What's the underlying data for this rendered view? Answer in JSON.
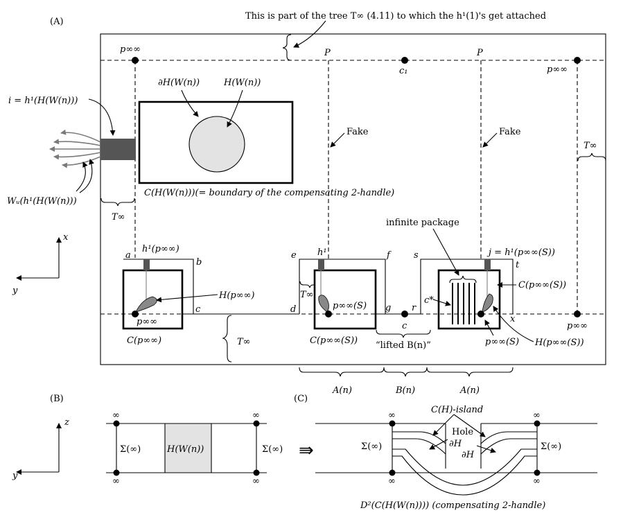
{
  "panels": {
    "a": "(A)",
    "b": "(B)",
    "c": "(C)"
  },
  "top_note": "This is part of the tree T∞ (4.11) to which the h¹(1)'s get attached",
  "panel_a": {
    "p_inf_top_left": "p∞∞",
    "p_inf_top_right": "p∞∞",
    "P_left": "P",
    "P_right": "P",
    "c1": "c₁",
    "i_label": "i = h¹(H(W(n)))",
    "dH": "∂H(W(n))",
    "HW": "H(W(n))",
    "boundary_label": "C(H(W(n)))(= boundary of the compensating 2-handle)",
    "Wu": "Wᵤ(h¹(H(W(n)))",
    "fake_left": "Fake",
    "fake_right": "Fake",
    "T_inf_right": "T∞",
    "T_inf_left": "T∞",
    "T_inf_mid": "T∞",
    "T_inf_bottom": "T∞",
    "axis_x": "x",
    "axis_y": "y",
    "a": "a",
    "b": "b",
    "c": "c",
    "d": "d",
    "e": "e",
    "f": "f",
    "g": "g",
    "r": "r",
    "s": "s",
    "t": "t",
    "x_pt": "x",
    "c_star": "c*",
    "c_pt": "c",
    "h1_left": "h¹(p∞∞)",
    "h1_mid": "h¹",
    "j_label": "j = h¹(p∞∞(S))",
    "infinite_package": "infinite package",
    "H_p": "H(p∞∞)",
    "p_inf_S_mid": "p∞∞(S)",
    "C_p_inf_S_right": "C(p∞∞(S))",
    "C_p": "C(p∞∞)",
    "p_inf_box": "p∞∞",
    "C_p_S": "C(p∞∞(S))",
    "lifted": "“lifted B(n)”",
    "p_inf_S_right": "p∞∞(S)",
    "H_p_S": "H(p∞∞(S))",
    "p_inf_bottom_right": "p∞∞",
    "A_n_left": "A(n)",
    "B_n": "B(n)",
    "A_n_right": "A(n)"
  },
  "panel_b": {
    "axis_z": "z",
    "axis_y": "y",
    "inf_tl": "∞",
    "inf_bl": "∞",
    "inf_tr": "∞",
    "inf_br": "∞",
    "sigma_left": "Σ(∞)",
    "HWn": "H(W(n))",
    "sigma_right": "Σ(∞)"
  },
  "arrow_symbol": "⇛",
  "panel_c": {
    "inf_tl": "∞",
    "inf_bl": "∞",
    "inf_tr": "∞",
    "inf_br": "∞",
    "island": "C(H)-island",
    "hole": "Hole",
    "dH1": "∂H",
    "dH2": "∂H",
    "sigma_left": "Σ(∞)",
    "sigma_right": "Σ(∞)",
    "caption": "D²(C(H(W(n)))) (compensating 2-handle)"
  }
}
